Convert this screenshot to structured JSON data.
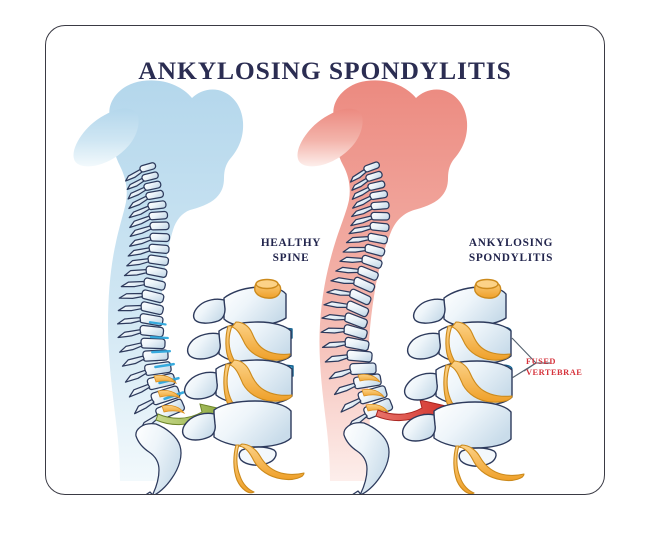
{
  "card": {
    "title": "ANKYLOSING SPONDYLITIS",
    "border_color": "#3a3a44",
    "background": "#ffffff"
  },
  "panels": [
    {
      "id": "healthy",
      "label": "HEALTHY\nSPINE",
      "silhouette_color_top": "#bcdcee",
      "silhouette_color_bottom": "#e8f3fa",
      "arrow_color": "#8ca93f",
      "spine_condition": "normal lordosis and kyphosis, open intervertebral discs"
    },
    {
      "id": "ankylosing",
      "label": "ANKYLOSING\nSPONDYLITIS",
      "silhouette_color_top": "#ec8a80",
      "silhouette_color_bottom": "#fbe5e1",
      "arrow_color": "#d8443c",
      "spine_condition": "forward stooped posture, fused vertebrae, narrowed discs"
    }
  ],
  "callout": {
    "label": "FUSED\nVERTEBRAE",
    "color": "#d6333c"
  },
  "colors": {
    "title_navy": "#2b2d52",
    "label_navy": "#22254d",
    "bone_fill": "#eaf2f8",
    "bone_shade": "#c3d7e6",
    "bone_outline": "#2d3a5c",
    "disc_blue": "#29a8dd",
    "disc_blue_dark": "#1b7fb4",
    "nerve_orange": "#f5a832",
    "nerve_orange_light": "#fbc968"
  },
  "chart_data": {
    "type": "diagram",
    "title": "ANKYLOSING SPONDYLITIS",
    "comparison": [
      {
        "side": "left",
        "label": "HEALTHY SPINE",
        "accent": "#bcdcee"
      },
      {
        "side": "right",
        "label": "ANKYLOSING SPONDYLITIS",
        "accent": "#ec8a80"
      }
    ],
    "annotations": [
      "FUSED VERTEBRAE"
    ]
  }
}
